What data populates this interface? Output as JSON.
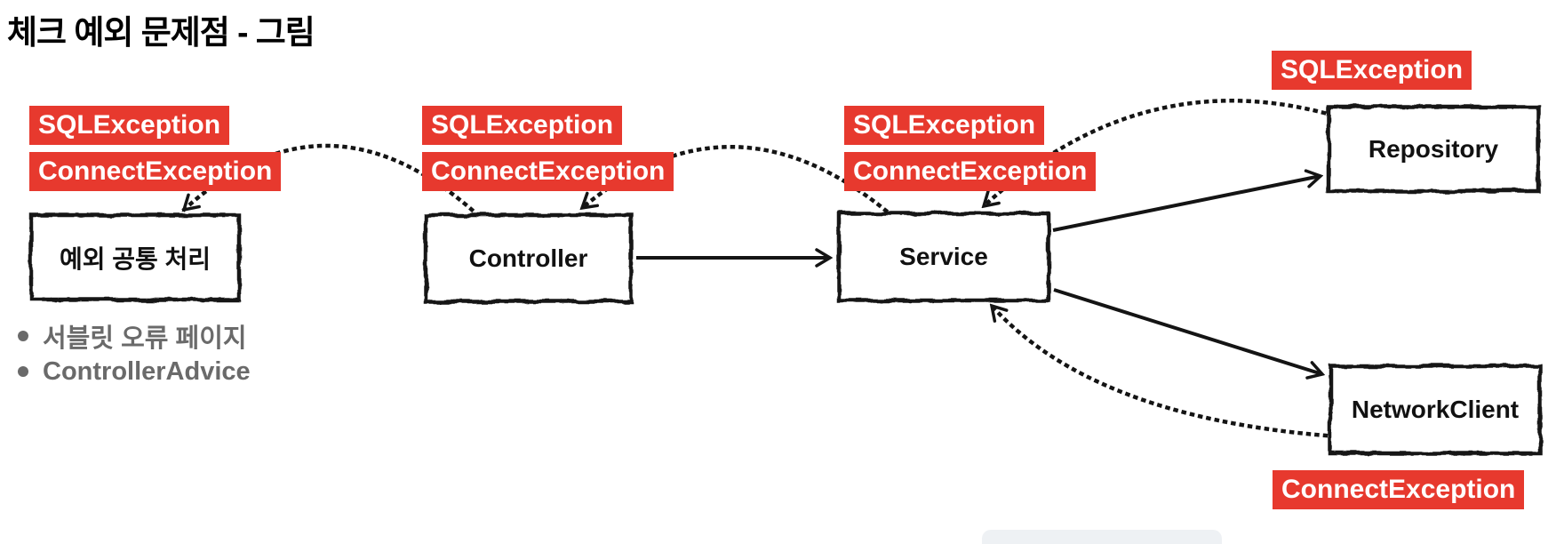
{
  "title": "체크 예외 문제점 - 그림",
  "nodes": {
    "common_handler": "예외 공통 처리",
    "controller": "Controller",
    "service": "Service",
    "repository": "Repository",
    "network_client": "NetworkClient"
  },
  "exception_labels": {
    "common_sql": "SQLException",
    "common_connect": "ConnectException",
    "controller_sql": "SQLException",
    "controller_connect": "ConnectException",
    "service_sql": "SQLException",
    "service_connect": "ConnectException",
    "repository_sql": "SQLException",
    "network_connect": "ConnectException"
  },
  "bullets": [
    "서블릿 오류 페이지",
    "ControllerAdvice"
  ],
  "edges": {
    "solid": [
      "Controller → Service",
      "Service → Repository",
      "Service → NetworkClient"
    ],
    "dotted_exception_flow": [
      "Repository ⇢ Service",
      "NetworkClient ⇢ Service",
      "Service ⇢ Controller",
      "Controller ⇢ 예외 공통 처리"
    ]
  },
  "colors": {
    "exception_bg": "#e7392e",
    "exception_text": "#ffffff",
    "stroke": "#141414",
    "bullet_text": "#6a6a6a"
  }
}
